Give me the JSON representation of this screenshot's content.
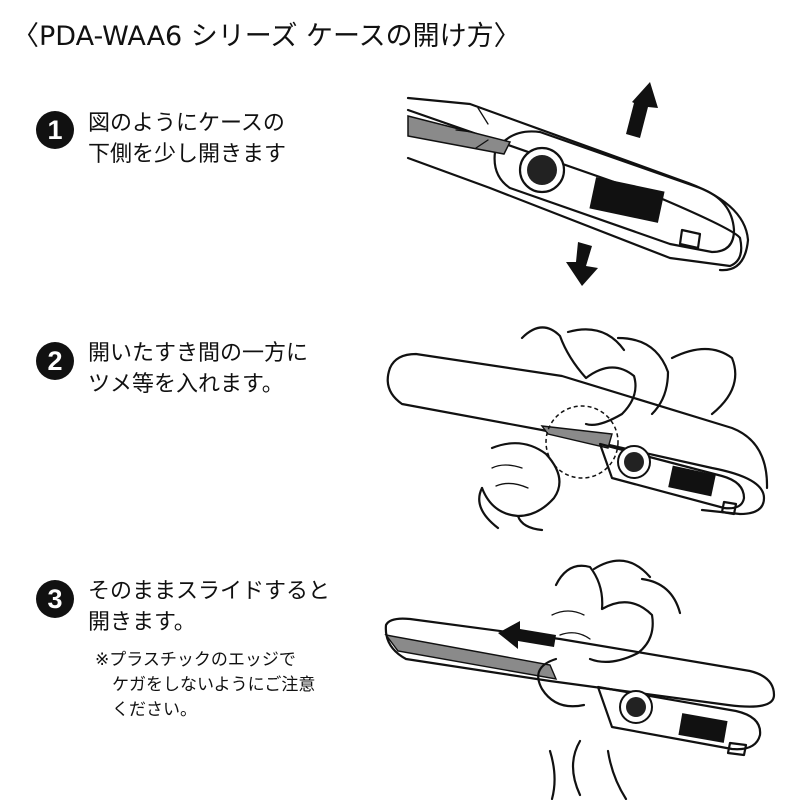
{
  "title": "〈PDA-WAA6 シリーズ ケースの開け方〉",
  "steps": [
    {
      "number": "1",
      "text": "図のようにケースの\n下側を少し開きます"
    },
    {
      "number": "2",
      "text": "開いたすき間の一方に\nツメ等を入れます。"
    },
    {
      "number": "3",
      "text": "そのままスライドすると\n開きます。"
    }
  ],
  "note": "※プラスチックのエッジで\n　ケガをしないようにご注意\n　ください。",
  "colors": {
    "ink": "#111111",
    "shade": "#8a8a8a",
    "background": "#ffffff"
  },
  "icons": [
    "arrow-up-icon",
    "arrow-down-icon",
    "arrow-left-icon",
    "zoom-circle-icon"
  ]
}
